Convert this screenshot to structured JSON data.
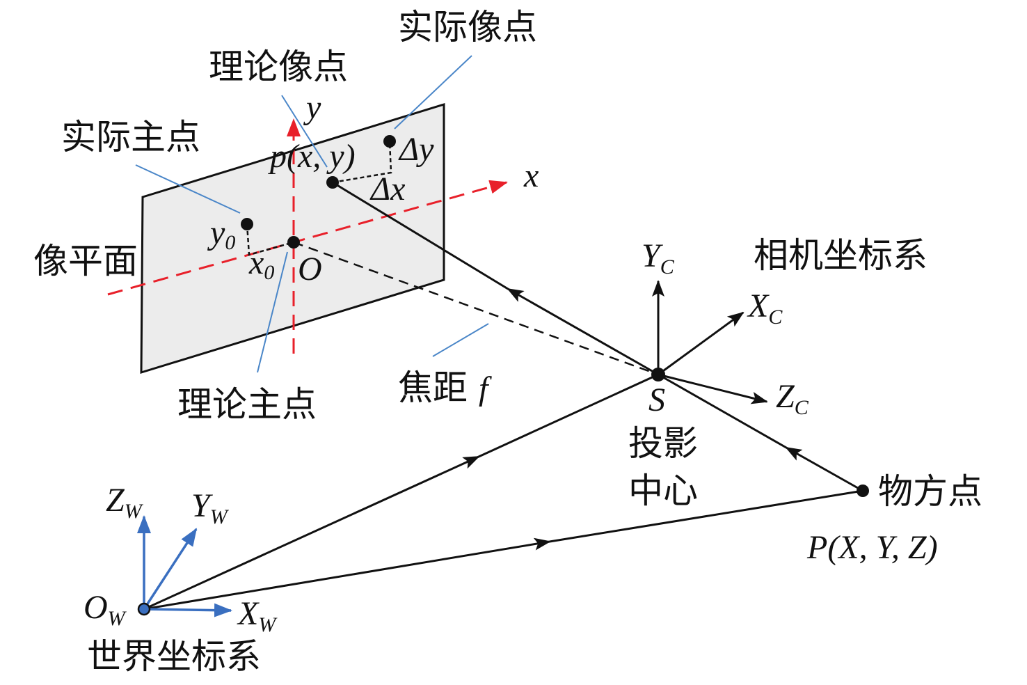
{
  "labels": {
    "actual_image_point": "实际像点",
    "theoretical_image_point": "理论像点",
    "actual_principal_point": "实际主点",
    "theoretical_principal_point": "理论主点",
    "image_plane": "像平面",
    "focal_length": "焦距",
    "focal_symbol": "f",
    "camera_frame": "相机坐标系",
    "projection_center_1": "投影",
    "projection_center_2": "中心",
    "object_point": "物方点",
    "world_frame": "世界坐标系",
    "object_coords": "P(X, Y, Z)",
    "image_coords": "p(x, y)",
    "delta_x": "Δx",
    "delta_y": "Δy",
    "x_axis": "x",
    "y_axis": "y",
    "origin": "O",
    "x0": "x",
    "y0": "y",
    "zero_sub": "0",
    "S": "S",
    "Yc": "Y",
    "Xc": "X",
    "Zc": "Z",
    "c_sub": "C",
    "Zw": "Z",
    "Yw": "Y",
    "Xw": "X",
    "Ow": "O",
    "w_sub": "W"
  },
  "colors": {
    "red_axis": "#e8202a",
    "blue_axis": "#3a6fc0",
    "callout": "#4a86c8",
    "plane_fill": "#ececec"
  }
}
